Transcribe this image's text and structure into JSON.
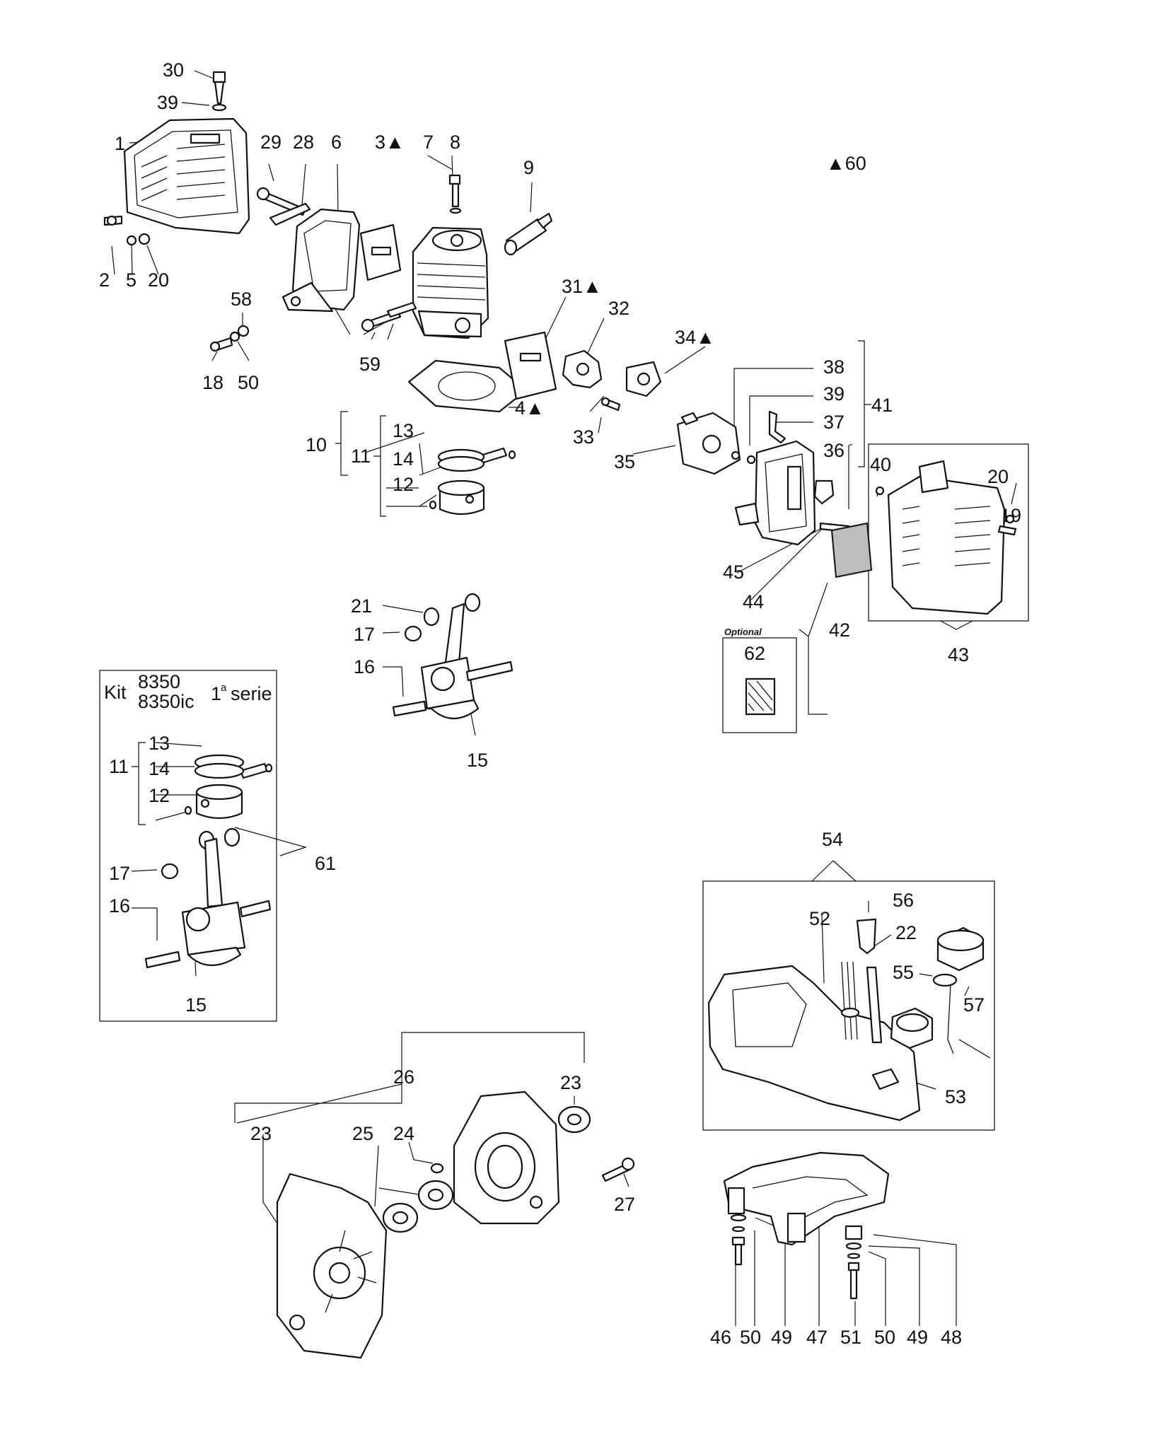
{
  "callouts": [
    {
      "id": "c30",
      "text": "30"
    },
    {
      "id": "c39a",
      "text": "39"
    },
    {
      "id": "c1",
      "text": "1"
    },
    {
      "id": "c29",
      "text": "29"
    },
    {
      "id": "c28",
      "text": "28"
    },
    {
      "id": "c6",
      "text": "6"
    },
    {
      "id": "c3",
      "text": "3▲"
    },
    {
      "id": "c7",
      "text": "7"
    },
    {
      "id": "c8",
      "text": "8"
    },
    {
      "id": "c9",
      "text": "9"
    },
    {
      "id": "c60",
      "text": "▲60"
    },
    {
      "id": "c2",
      "text": "2"
    },
    {
      "id": "c5",
      "text": "5"
    },
    {
      "id": "c20a",
      "text": "20"
    },
    {
      "id": "c58",
      "text": "58"
    },
    {
      "id": "c18",
      "text": "18"
    },
    {
      "id": "c50a",
      "text": "50"
    },
    {
      "id": "c59",
      "text": "59"
    },
    {
      "id": "c31",
      "text": "31▲"
    },
    {
      "id": "c32",
      "text": "32"
    },
    {
      "id": "c34",
      "text": "34▲"
    },
    {
      "id": "c38",
      "text": "38"
    },
    {
      "id": "c39b",
      "text": "39"
    },
    {
      "id": "c41",
      "text": "41"
    },
    {
      "id": "c37",
      "text": "37"
    },
    {
      "id": "c36",
      "text": "36"
    },
    {
      "id": "c4",
      "text": "4▲"
    },
    {
      "id": "c33",
      "text": "33"
    },
    {
      "id": "c35",
      "text": "35"
    },
    {
      "id": "c10",
      "text": "10"
    },
    {
      "id": "c11a",
      "text": "11"
    },
    {
      "id": "c13a",
      "text": "13"
    },
    {
      "id": "c14a",
      "text": "14"
    },
    {
      "id": "c12a",
      "text": "12"
    },
    {
      "id": "c40",
      "text": "40"
    },
    {
      "id": "c20b",
      "text": "20"
    },
    {
      "id": "c19",
      "text": "19"
    },
    {
      "id": "c45",
      "text": "45"
    },
    {
      "id": "c44",
      "text": "44"
    },
    {
      "id": "c42",
      "text": "42"
    },
    {
      "id": "c43",
      "text": "43"
    },
    {
      "id": "c62",
      "text": "62"
    },
    {
      "id": "c21",
      "text": "21"
    },
    {
      "id": "c17a",
      "text": "17"
    },
    {
      "id": "c16a",
      "text": "16"
    },
    {
      "id": "c15a",
      "text": "15"
    },
    {
      "id": "c11b",
      "text": "11"
    },
    {
      "id": "c13b",
      "text": "13"
    },
    {
      "id": "c14b",
      "text": "14"
    },
    {
      "id": "c12b",
      "text": "12"
    },
    {
      "id": "c61",
      "text": "61"
    },
    {
      "id": "c17b",
      "text": "17"
    },
    {
      "id": "c16b",
      "text": "16"
    },
    {
      "id": "c15b",
      "text": "15"
    },
    {
      "id": "c54",
      "text": "54"
    },
    {
      "id": "c56",
      "text": "56"
    },
    {
      "id": "c52",
      "text": "52"
    },
    {
      "id": "c22",
      "text": "22"
    },
    {
      "id": "c55",
      "text": "55"
    },
    {
      "id": "c57",
      "text": "57"
    },
    {
      "id": "c53",
      "text": "53"
    },
    {
      "id": "c26",
      "text": "26"
    },
    {
      "id": "c23a",
      "text": "23"
    },
    {
      "id": "c23b",
      "text": "23"
    },
    {
      "id": "c25",
      "text": "25"
    },
    {
      "id": "c24",
      "text": "24"
    },
    {
      "id": "c27",
      "text": "27"
    },
    {
      "id": "c46",
      "text": "46"
    },
    {
      "id": "c50b",
      "text": "50"
    },
    {
      "id": "c49a",
      "text": "49"
    },
    {
      "id": "c47",
      "text": "47"
    },
    {
      "id": "c51",
      "text": "51"
    },
    {
      "id": "c50c",
      "text": "50"
    },
    {
      "id": "c49b",
      "text": "49"
    },
    {
      "id": "c48",
      "text": "48"
    }
  ],
  "kit_box": {
    "kit": "Kit",
    "model1": "8350",
    "model2": "8350ic",
    "series_num": "1",
    "series_sup": "a",
    "series_word": "serie"
  },
  "optional_box": {
    "label": "Optional"
  }
}
